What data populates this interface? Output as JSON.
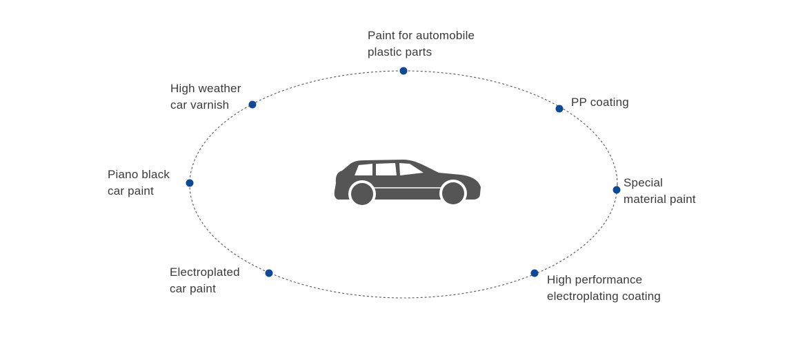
{
  "diagram": {
    "dot_color": "#0d4a96",
    "line_color": "#555555",
    "car_color": "#555555",
    "center_icon": "car-icon",
    "nodes": [
      {
        "id": "node-paint-plastic-parts",
        "lines": [
          "Paint for automobile",
          "plastic parts"
        ]
      },
      {
        "id": "node-pp-coating",
        "lines": [
          "PP coating"
        ]
      },
      {
        "id": "node-special-material-paint",
        "lines": [
          "Special",
          "material paint"
        ]
      },
      {
        "id": "node-high-performance-electroplating",
        "lines": [
          "High performance",
          "electroplating coating"
        ]
      },
      {
        "id": "node-electroplated-car-paint",
        "lines": [
          "Electroplated",
          "car paint"
        ]
      },
      {
        "id": "node-piano-black-car-paint",
        "lines": [
          "Piano black",
          "car paint"
        ]
      },
      {
        "id": "node-high-weather-car-varnish",
        "lines": [
          "High weather",
          "car varnish"
        ]
      }
    ]
  }
}
